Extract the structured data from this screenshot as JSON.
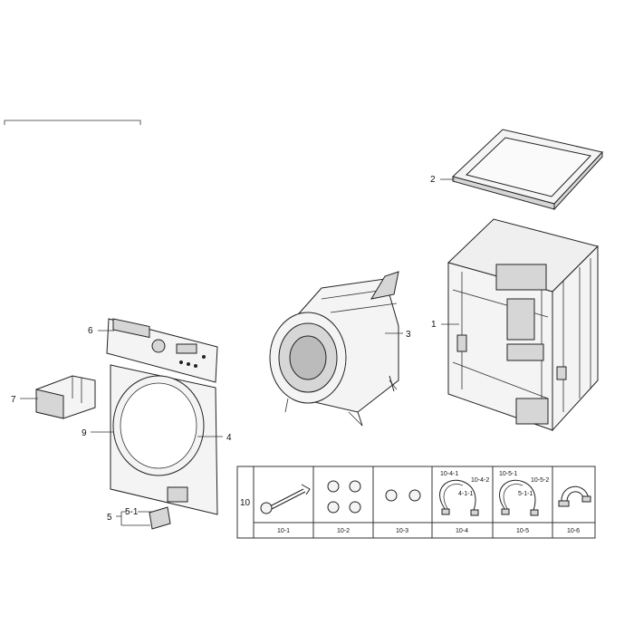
{
  "callouts": {
    "c1": "1",
    "c2": "2",
    "c3": "3",
    "c4": "4",
    "c5": "5",
    "c5_1": "5-1",
    "c6": "6",
    "c7": "7",
    "c9": "9"
  },
  "accessory_table": {
    "group_label": "10",
    "columns": [
      "10-1",
      "10-2",
      "10-3",
      "10-4",
      "10-5",
      "10-6"
    ],
    "hose_a_labels": {
      "main": "10-4-1",
      "right": "10-4-2",
      "inner": "4-1-1"
    },
    "hose_b_labels": {
      "main": "10-5-1",
      "right": "10-5-2",
      "inner": "5-1-1"
    }
  }
}
